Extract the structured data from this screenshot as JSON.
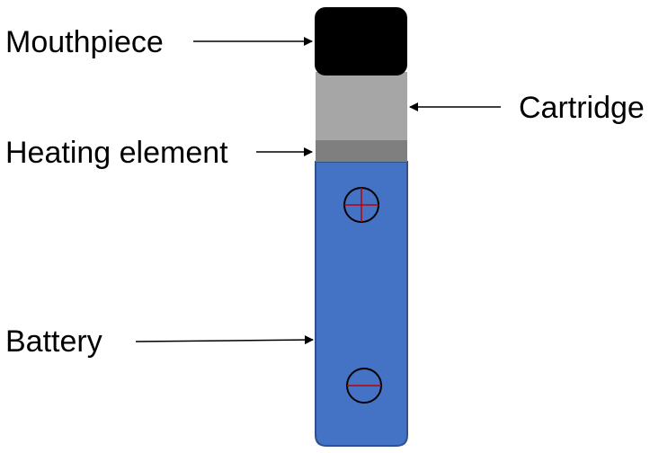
{
  "labels": {
    "mouthpiece": "Mouthpiece",
    "cartridge": "Cartridge",
    "heating_element": "Heating element",
    "battery": "Battery"
  },
  "colors": {
    "mouthpiece": "#000000",
    "cartridge": "#a6a6a6",
    "heating_element": "#7f7f7f",
    "battery": "#4472c4",
    "battery_outline": "#2f528f",
    "terminal_mark": "#c00000",
    "arrow": "#000000"
  },
  "battery_terminals": [
    "positive",
    "negative"
  ]
}
